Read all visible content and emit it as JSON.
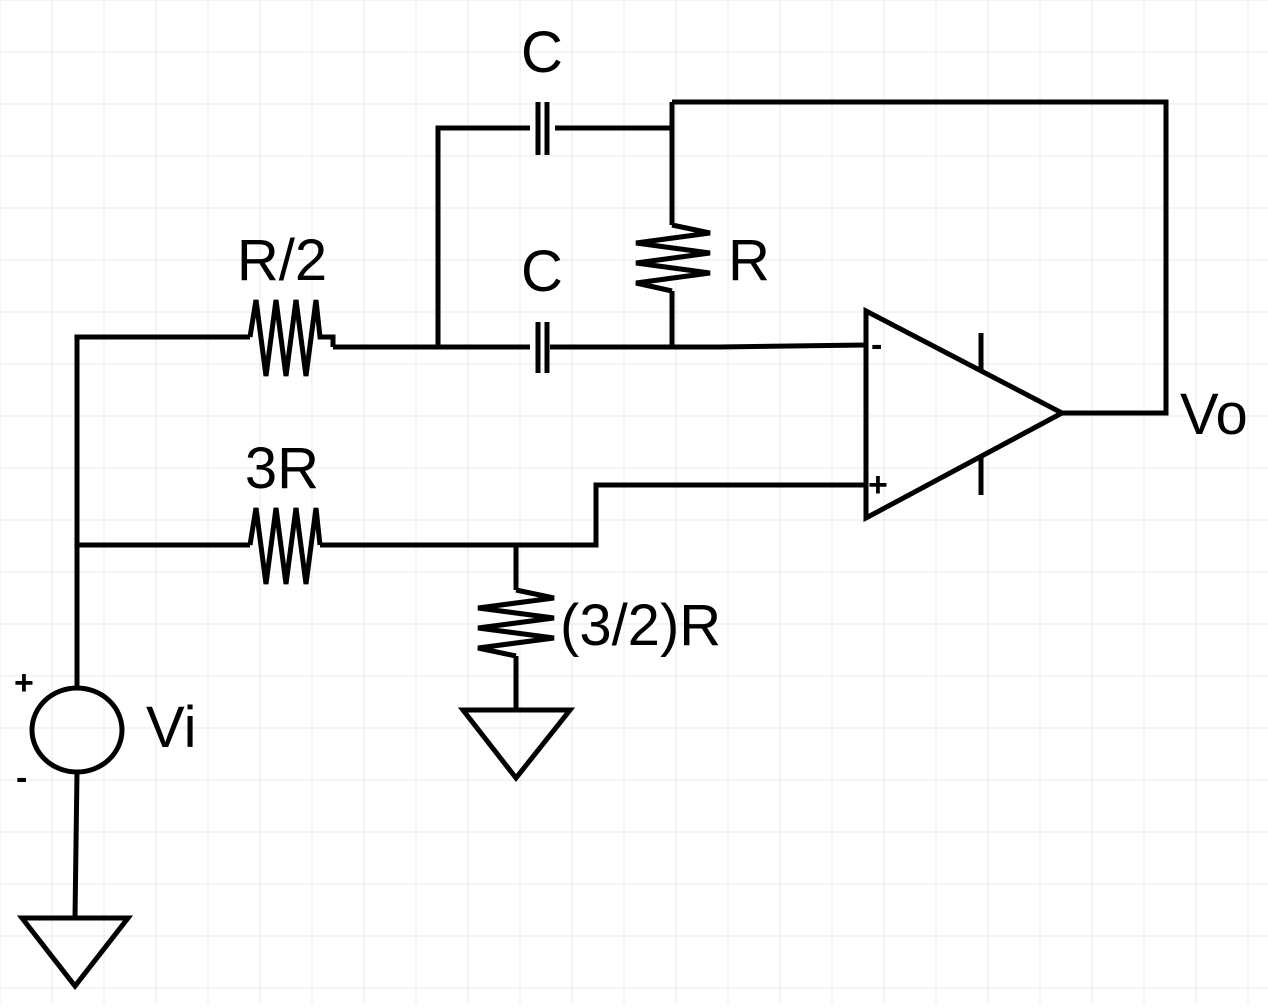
{
  "labels": {
    "c_top": "C",
    "c_mid": "C",
    "r_feedback": "R",
    "r_input": "R/2",
    "r_3r": "3R",
    "r_ground": "(3/2)R",
    "vo": "Vo",
    "vi": "Vi"
  },
  "opamp": {
    "inverting_sign": "-",
    "noninverting_sign": "+"
  },
  "source": {
    "plus_sign": "+",
    "minus_sign": "-"
  },
  "colors": {
    "background": "#ffffff",
    "grid": "#e8e8e8",
    "stroke": "#000000"
  }
}
